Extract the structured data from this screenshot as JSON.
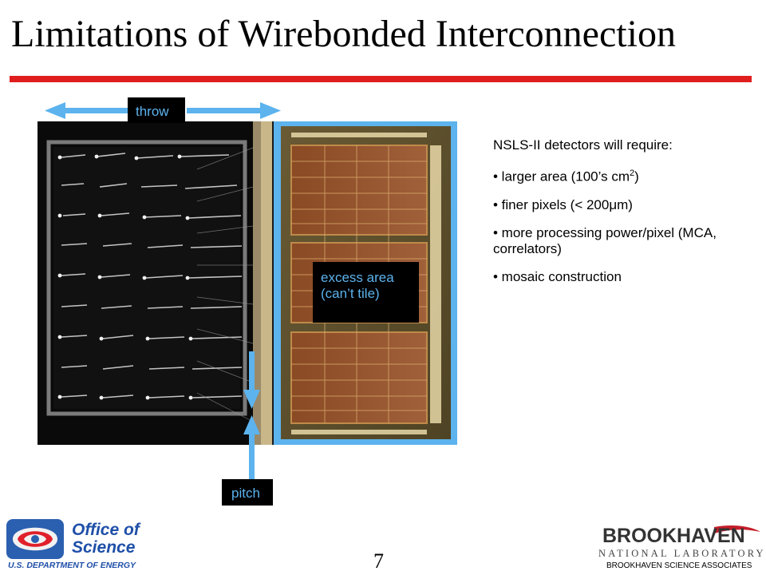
{
  "slide": {
    "title": "Limitations of Wirebonded Interconnection",
    "page_number": "7"
  },
  "figure": {
    "throw_label": "throw",
    "pitch_label": "pitch",
    "excess_line1": "excess area",
    "excess_line2": "(can’t tile)",
    "arrow_color": "#5cb3ee"
  },
  "requirements": {
    "heading": "NSLS-II detectors will require:",
    "item1_text": "• larger area (100’s cm",
    "item1_sup": "2",
    "item1_end": ")",
    "item2": "• finer pixels (< 200μm)",
    "item3": "• more processing power/pixel (MCA, correlators)",
    "item4": "• mosaic construction"
  },
  "footer": {
    "doe_line1": "Office of",
    "doe_line2": "Science",
    "doe_line3": "U.S. DEPARTMENT OF ENERGY",
    "bnl_name": "BROOKHAVEN",
    "bnl_sub": "NATIONAL LABORATORY",
    "bnl_assoc": "BROOKHAVEN SCIENCE ASSOCIATES"
  }
}
